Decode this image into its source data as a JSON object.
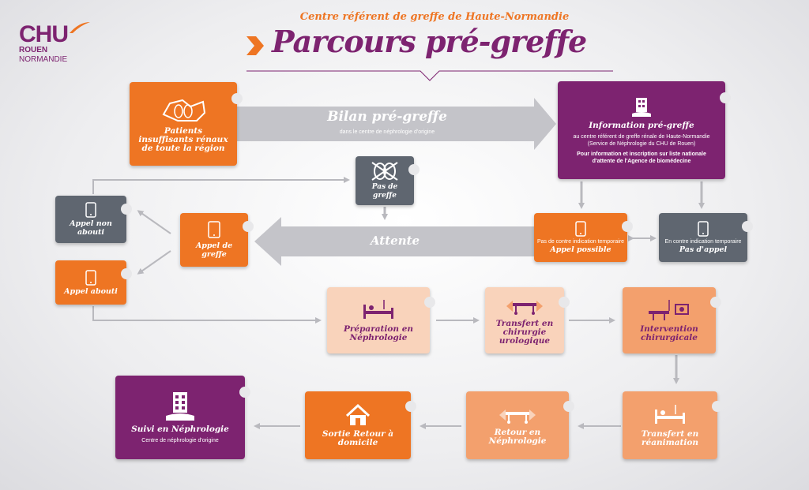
{
  "header": {
    "logo_top": "CHU",
    "logo_bottom_left": "ROUEN",
    "logo_bottom_right": "NORMANDIE",
    "subtitle": "Centre référent de greffe de Haute-Normandie",
    "title": "Parcours pré-greffe"
  },
  "colors": {
    "orange": "#ee7523",
    "purple": "#7d2370",
    "gray": "#5f6670",
    "peach": "#f9d3bb",
    "salmon": "#f3a06d",
    "arrow": "#b9b9be"
  },
  "bilan": {
    "label": "Bilan pré-greffe",
    "sub": "dans le centre de néphrologie d'origine"
  },
  "attente": {
    "label": "Attente"
  },
  "nodes": {
    "patients": {
      "title": "Patients insuffisants rénaux de toute la région",
      "icon": "region-map-icon"
    },
    "information": {
      "title": "Information pré-greffe",
      "text1": "au centre référent de greffe rénale de Haute-Normandie (Service de Néphrologie du CHU de Rouen)",
      "text2": "Pour information et inscription sur liste nationale d'attente de l'Agence de biomédecine",
      "icon": "hospital-icon"
    },
    "pas_greffe": {
      "title": "Pas de greffe",
      "icon": "crossed-kidneys-icon"
    },
    "appel_possible": {
      "text": "Pas de contre indication temporaire",
      "title": "Appel possible",
      "icon": "phone-icon"
    },
    "pas_appel": {
      "text": "En contre indication temporaire",
      "title": "Pas d'appel",
      "icon": "phone-icon"
    },
    "appel_greffe": {
      "title": "Appel de greffe",
      "icon": "phone-icon"
    },
    "non_abouti": {
      "title": "Appel non abouti",
      "icon": "phone-icon"
    },
    "abouti": {
      "title": "Appel abouti",
      "icon": "phone-icon"
    },
    "preparation": {
      "title": "Préparation en Néphrologie",
      "icon": "hospital-bed-icon"
    },
    "transfert_chir": {
      "title": "Transfert en chirurgie urologique",
      "icon": "stretcher-icon"
    },
    "intervention": {
      "title": "Intervention chirurgicale",
      "icon": "operating-room-icon"
    },
    "reanimation": {
      "title": "Transfert en réanimation",
      "icon": "hospital-bed-icon"
    },
    "retour": {
      "title": "Retour en Néphrologie",
      "icon": "stretcher-icon"
    },
    "sortie": {
      "title": "Sortie Retour à domicile",
      "icon": "house-icon"
    },
    "suivi": {
      "title": "Suivi en Néphrologie",
      "text": "Centre de néphrologie d'origine",
      "icon": "hospital-icon"
    }
  }
}
